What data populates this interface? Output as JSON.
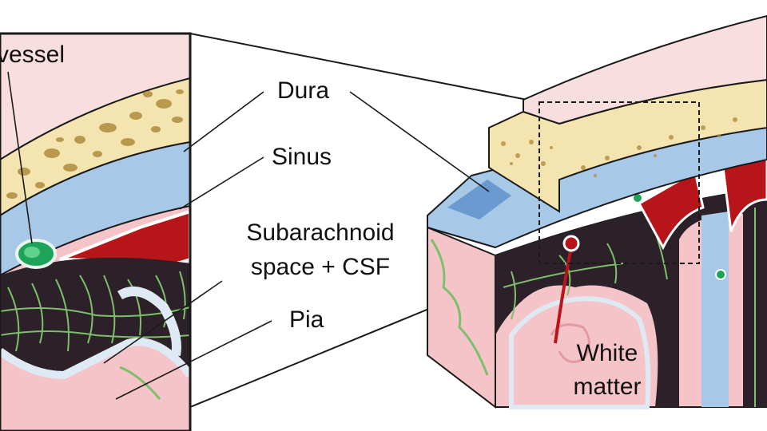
{
  "labels": {
    "vessel": "vessel",
    "dura": "Dura",
    "sinus": "Sinus",
    "subarachnoid_line1": "Subarachnoid",
    "subarachnoid_line2": "space + CSF",
    "pia": "Pia",
    "white_matter_line1": "White",
    "white_matter_line2": "matter"
  },
  "colors": {
    "scalp": "#f8dede",
    "bone": "#f3e4b0",
    "bone_pore": "#b08d3e",
    "dura": "#a8c8e8",
    "dura_dark": "#4f86c6",
    "sinus": "#b8151b",
    "vessel_green": "#1da35a",
    "subarachnoid": "#2c2129",
    "trabeculae": "#7dbf6a",
    "grey_matter": "#f5c4c8",
    "pia": "#dfe9f3",
    "outline": "#1a1a1a"
  }
}
